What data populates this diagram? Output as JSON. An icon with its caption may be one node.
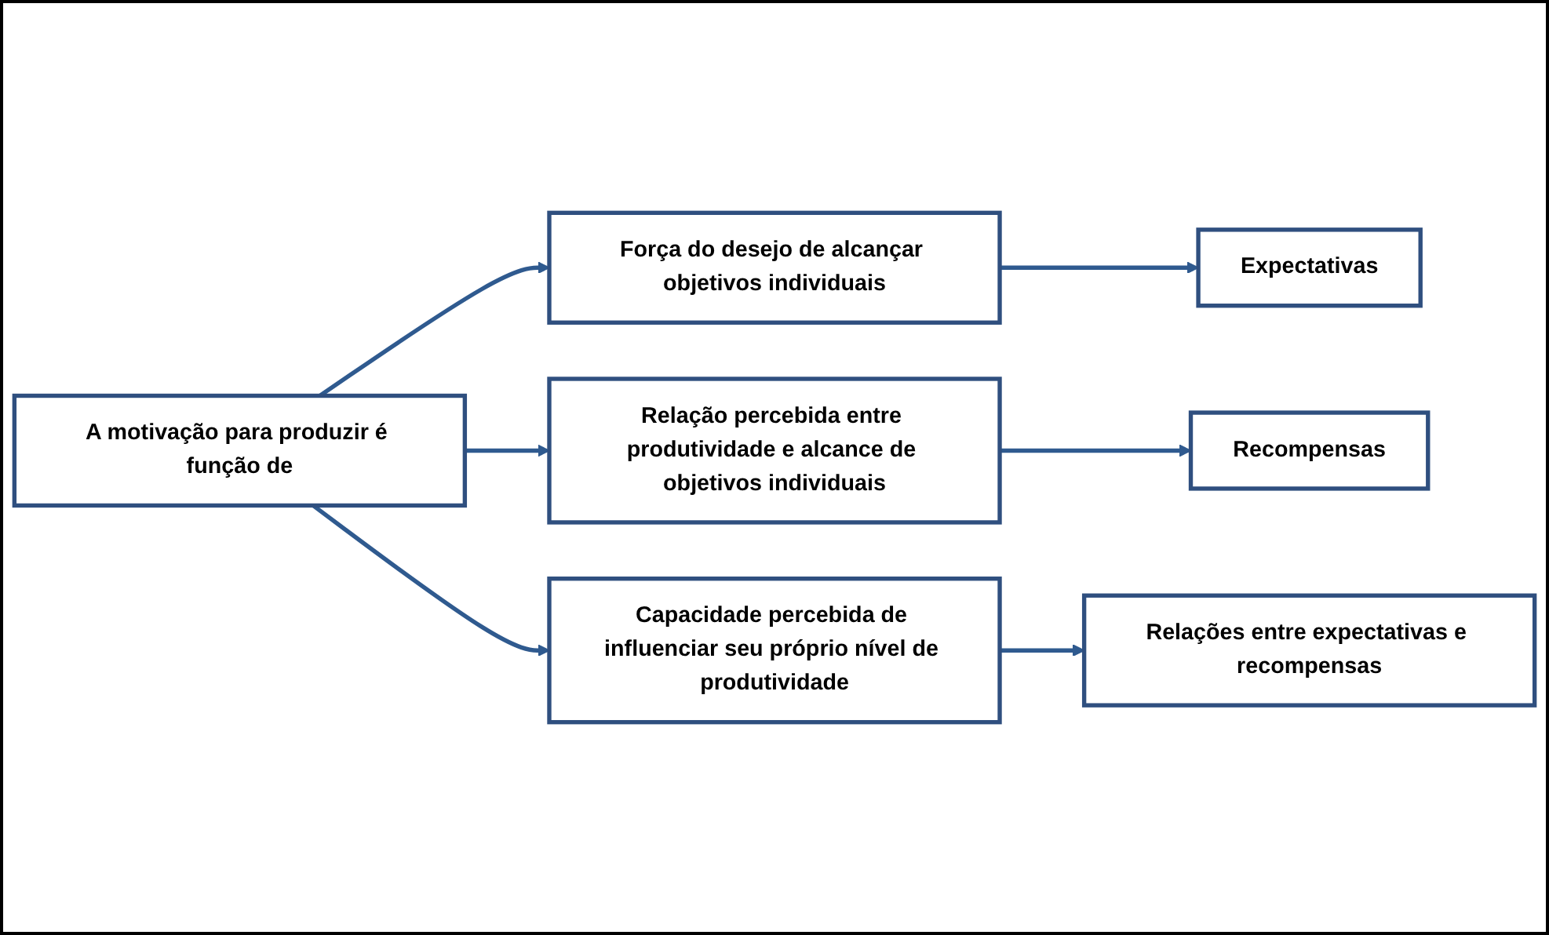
{
  "diagram": {
    "nodes": [
      {
        "text": [
          "A motivação para produzir é função de"
        ]
      },
      {
        "text": [
          "Força do desejo de alcançar objetivos individuais"
        ]
      },
      {
        "text": [
          "Relação percebida entre produtividade e alcance de objetivos individuais"
        ]
      },
      {
        "text": [
          "Capacidade percebida de influenciar seu próprio nível de produtividade"
        ]
      },
      {
        "text": [
          "Expectativas"
        ]
      },
      {
        "text": [
          "Recompensas"
        ]
      },
      {
        "text": [
          "Relações entre expectativas e recompensas"
        ]
      }
    ],
    "edges": [
      {
        "from": 0,
        "to": 1,
        "arrow": "to"
      },
      {
        "from": 0,
        "to": 2,
        "arrow": "to"
      },
      {
        "from": 0,
        "to": 3,
        "arrow": "to"
      },
      {
        "from": 1,
        "to": 4,
        "arrow": "to"
      },
      {
        "from": 2,
        "to": 5,
        "arrow": "to"
      },
      {
        "from": 3,
        "to": 6,
        "arrow": "to"
      }
    ]
  }
}
